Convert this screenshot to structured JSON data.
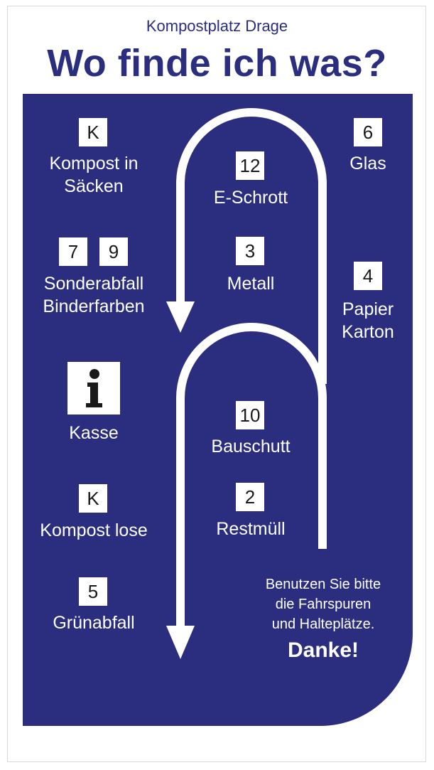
{
  "header": {
    "subtitle": "Kompostplatz Drage",
    "title": "Wo finde ich was?"
  },
  "stations": {
    "kompost_saecken": {
      "code": "K",
      "label_line1": "Kompost in",
      "label_line2": "Säcken"
    },
    "sonderabfall": {
      "code_a": "7",
      "code_b": "9",
      "label_line1": "Sonderabfall",
      "label_line2": "Binderfarben"
    },
    "kasse": {
      "icon": "info-icon",
      "label": "Kasse"
    },
    "kompost_lose": {
      "code": "K",
      "label": "Kompost lose"
    },
    "gruenabfall": {
      "code": "5",
      "label": "Grünabfall"
    },
    "e_schrott": {
      "code": "12",
      "label": "E-Schrott"
    },
    "metall": {
      "code": "3",
      "label": "Metall"
    },
    "bauschutt": {
      "code": "10",
      "label": "Bauschutt"
    },
    "restmuell": {
      "code": "2",
      "label": "Restmüll"
    },
    "glas": {
      "code": "6",
      "label": "Glas"
    },
    "papier": {
      "code": "4",
      "label_line1": "Papier",
      "label_line2": "Karton"
    }
  },
  "note": {
    "line1": "Benutzen Sie bitte",
    "line2": "die Fahrspuren",
    "line3": "und Halteplätze.",
    "thanks": "Danke!"
  },
  "colors": {
    "panel": "#2b2e7e",
    "text_on_panel": "#ffffff",
    "header_text": "#2b2e7e"
  }
}
